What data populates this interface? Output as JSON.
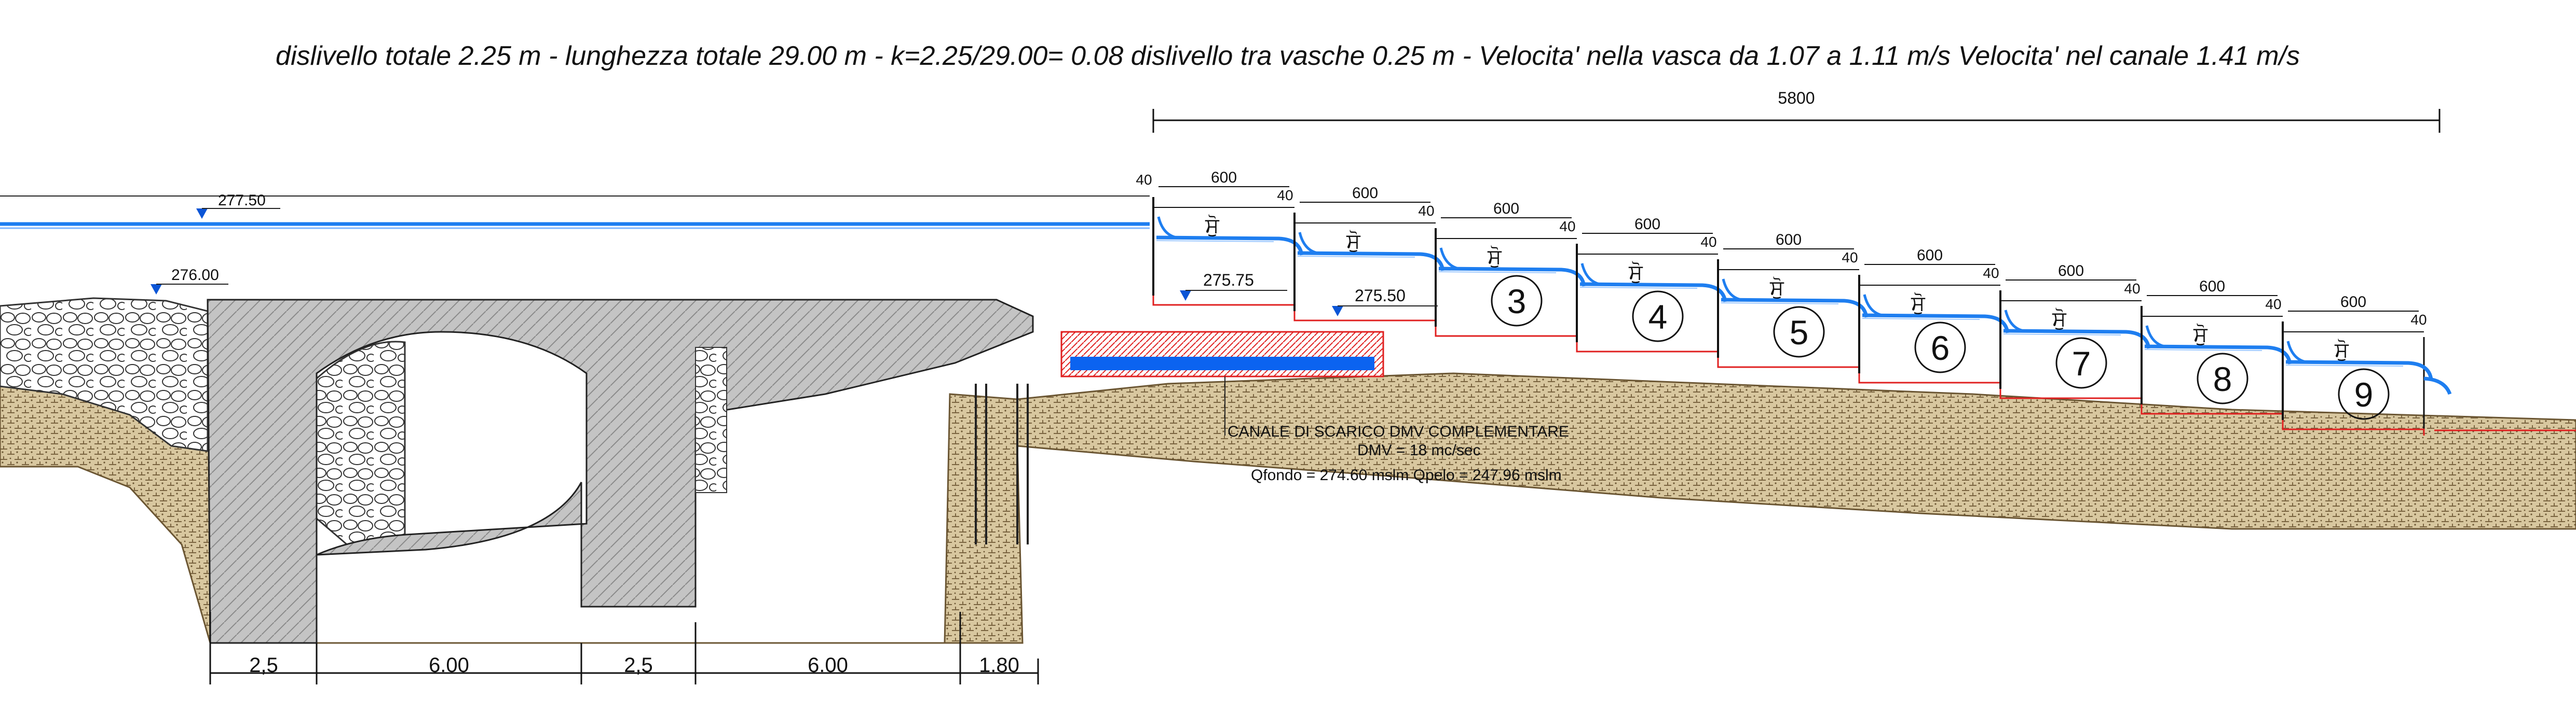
{
  "title": "dislivello totale 2.25 m - lunghezza totale 29.00 m - k=2.25/29.00= 0.08  dislivello tra vasche 0.25 m - Velocita' nella vasca da 1.07 a 1.11 m/s Velocita' nel canale 1.41 m/s",
  "overall_dimension": "5800",
  "levels": {
    "upstream_water": "277.50",
    "crest": "276.00",
    "pool1": "275.75",
    "pool2": "275.50"
  },
  "pool_dimensions": {
    "pool_length": "600",
    "wall_thickness": "40"
  },
  "pool_numbers": [
    "3",
    "4",
    "5",
    "6",
    "7",
    "8",
    "9"
  ],
  "baffle_symbol": "ਸੁੋ",
  "channel": {
    "title": "CANALE DI SCARICO DMV COMPLEMENTARE",
    "flow": "DMV = 18 mc/sec",
    "levels": "Qfondo = 274.60 mslm Qpelo = 247.96 mslm"
  },
  "bottom_dimensions": [
    "2,5",
    "6.00",
    "2,5",
    "6.00",
    "1.80"
  ],
  "colors": {
    "water": "#1e7ef0",
    "water_dark": "#0b55d6",
    "concrete": "#c9c9c9",
    "soil": "#c8b48a",
    "red": "#e02020",
    "line": "#111111"
  }
}
